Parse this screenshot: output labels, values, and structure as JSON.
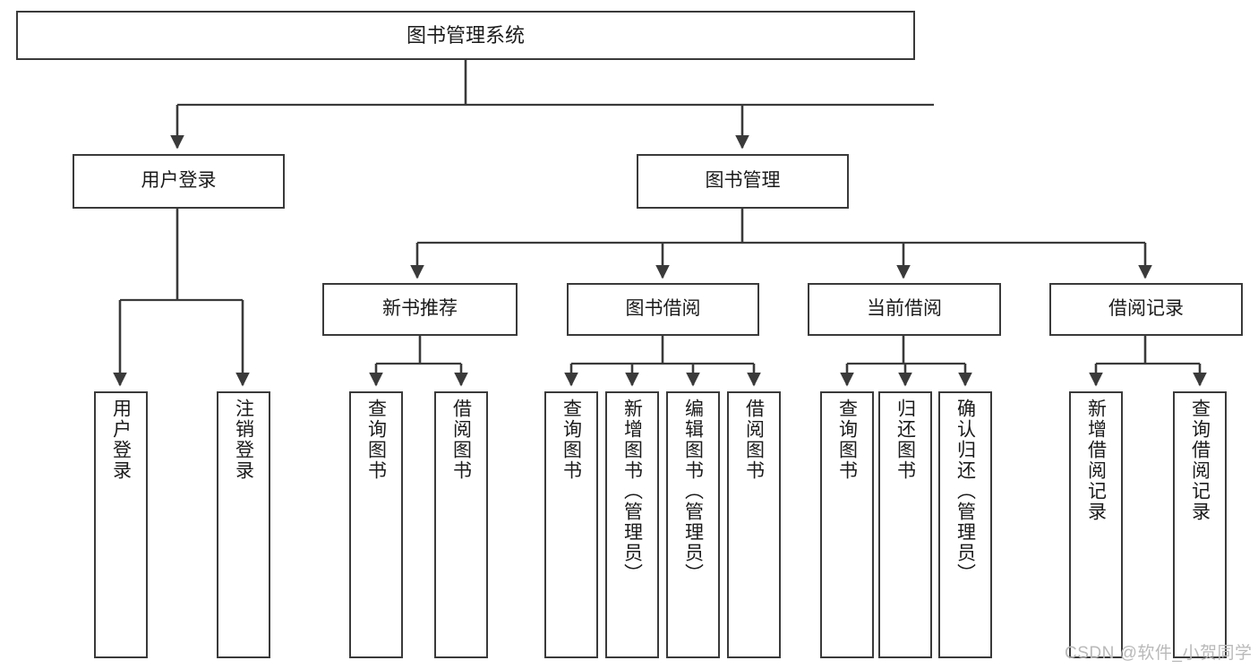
{
  "diagram": {
    "title_node": {
      "label": "图书管理系统"
    },
    "level1": [
      {
        "label": "用户登录"
      },
      {
        "label": "图书管理"
      }
    ],
    "level2": [
      {
        "label": "新书推荐"
      },
      {
        "label": "图书借阅"
      },
      {
        "label": "当前借阅"
      },
      {
        "label": "借阅记录"
      }
    ],
    "leaves": {
      "user_login": [
        {
          "label": "用户登录"
        },
        {
          "label": "注销登录"
        }
      ],
      "new_book_recommend": [
        {
          "label": "查询图书"
        },
        {
          "label": "借阅图书"
        }
      ],
      "book_borrow": [
        {
          "label": "查询图书"
        },
        {
          "label": "新增图书（管理员）"
        },
        {
          "label": "编辑图书（管理员）"
        },
        {
          "label": "借阅图书"
        }
      ],
      "current_borrow": [
        {
          "label": "查询图书"
        },
        {
          "label": "归还图书"
        },
        {
          "label": "确认归还（管理员）"
        }
      ],
      "borrow_record": [
        {
          "label": "新增借阅记录"
        },
        {
          "label": "查询借阅记录"
        }
      ]
    }
  },
  "watermark": {
    "text": "CSDN @软件_小贺同学"
  },
  "colors": {
    "stroke": "#3a3a3a",
    "text": "#1b1b1b",
    "background": "#ffffff",
    "watermark": "#b9b9b9"
  }
}
